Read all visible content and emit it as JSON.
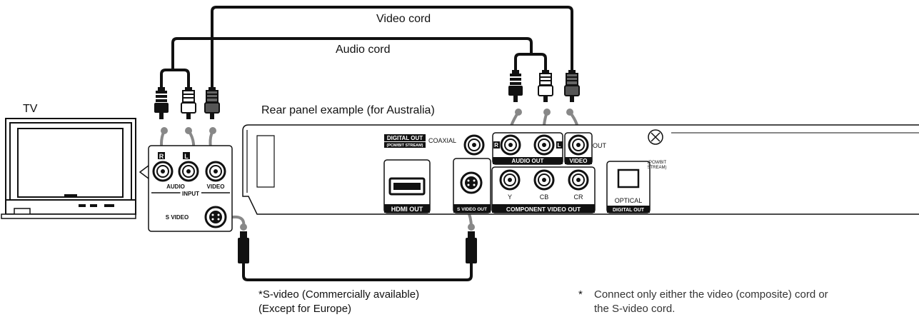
{
  "labels": {
    "video_cord": "Video cord",
    "audio_cord": "Audio cord",
    "tv": "TV",
    "rear_panel": "Rear panel example (for Australia)",
    "svideo_cord_line1": "*S-video (Commercially available)",
    "svideo_cord_line2": "(Except for Europe)",
    "note_star": "*",
    "note_line1": "Connect only either the video (composite) cord or",
    "note_line2": "the S-video cord."
  },
  "tv_panel": {
    "r": "R",
    "l": "L",
    "audio": "AUDIO",
    "video": "VIDEO",
    "input": "INPUT",
    "s_video": "S VIDEO"
  },
  "player_panel": {
    "digital_out": "DIGITAL OUT",
    "pcm_bitstream": "(PCM/BIT STREAM)",
    "coaxial": "COAXIAL",
    "r": "R",
    "l": "L",
    "audio_out": "AUDIO OUT",
    "out": "OUT",
    "video": "VIDEO",
    "pcm_bit": "(PCM/BIT",
    "stream": "STREAM)",
    "hdmi_out": "HDMI OUT",
    "s_video_out": "S VIDEO OUT",
    "y": "Y",
    "cb": "CB",
    "cr": "CR",
    "component_video_out": "COMPONENT VIDEO OUT",
    "optical": "OPTICAL",
    "digital_out_2": "DIGITAL OUT"
  }
}
